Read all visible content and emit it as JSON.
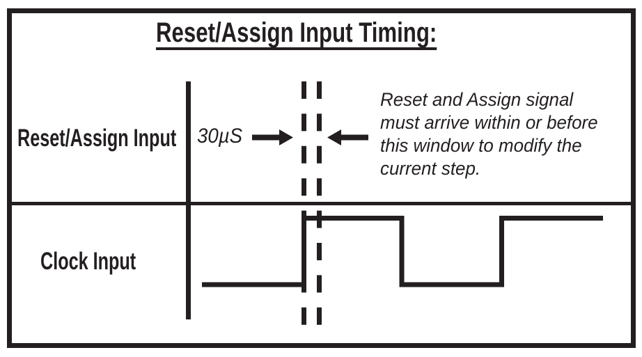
{
  "diagram": {
    "title": "Reset/Assign Input Timing:",
    "signal_rows": [
      {
        "label": "Reset/Assign Input"
      },
      {
        "label": "Clock Input"
      }
    ],
    "timing_window": {
      "width_label": "30µS",
      "note": "Reset and Assign signal must arrive within or before this window to modify the current step.",
      "note_lines": [
        "Reset and Assign signal",
        "must arrive within or before",
        "this window to modify the",
        "current step."
      ]
    },
    "clock_signal": {
      "pattern": [
        "low",
        "high",
        "low",
        "high"
      ],
      "first_rising_edge_aligned_with_window": true
    },
    "colors": {
      "ink": "#231f20",
      "background": "#ffffff"
    }
  }
}
